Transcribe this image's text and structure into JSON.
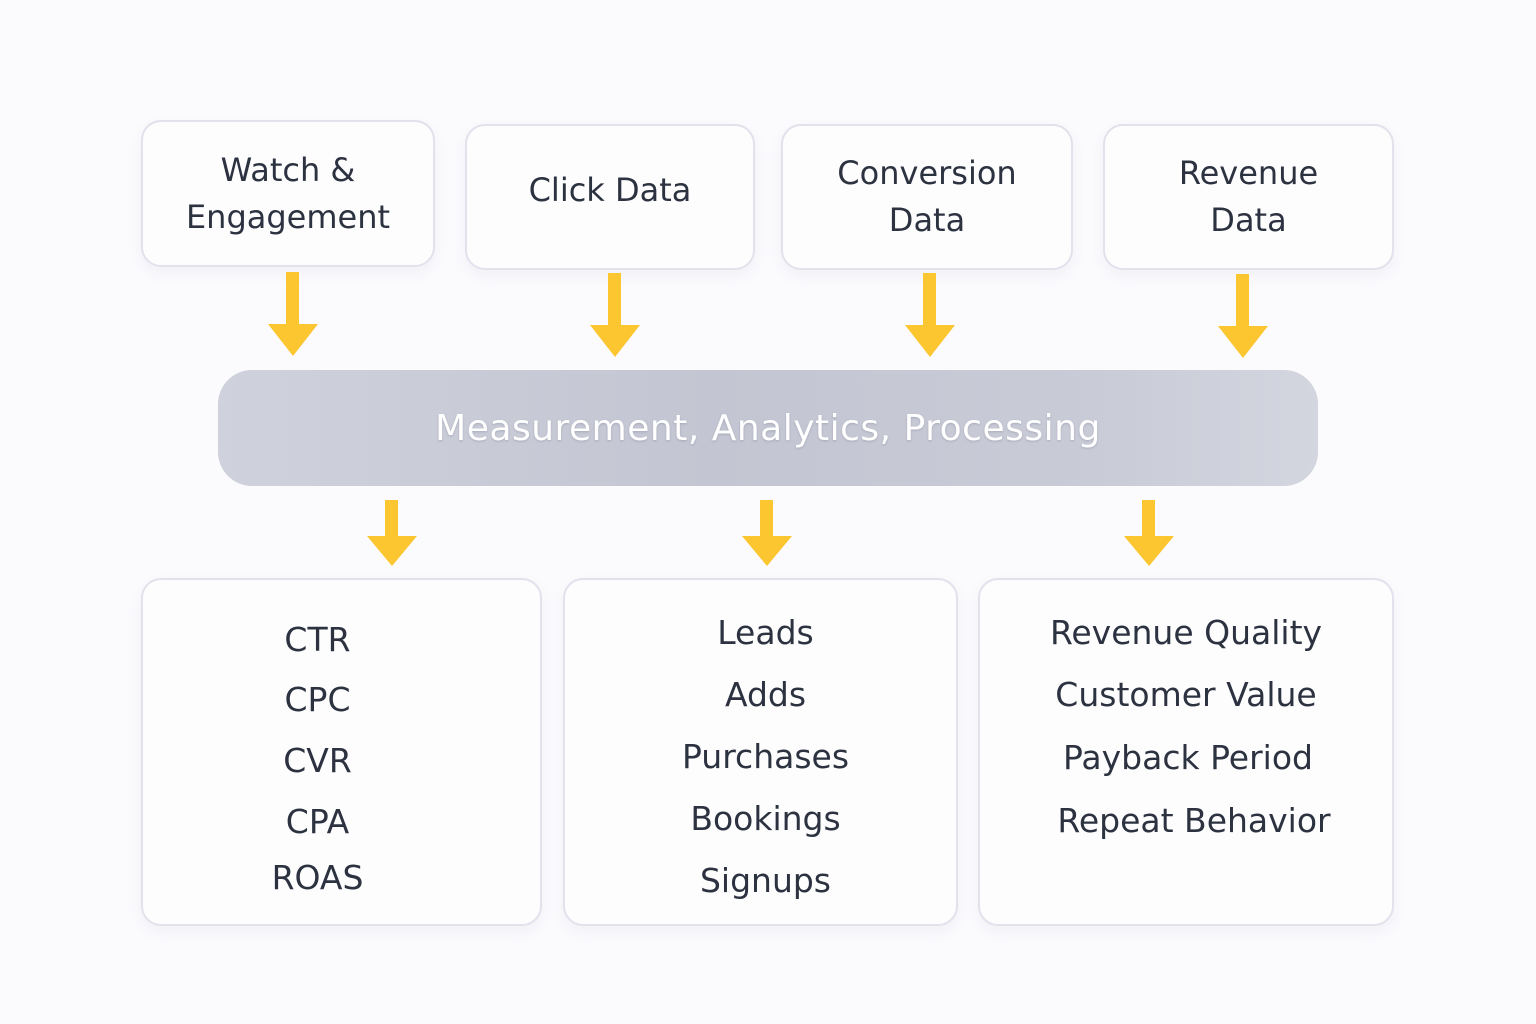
{
  "sources": [
    {
      "line1": "Watch &",
      "line2": "Engagement"
    },
    {
      "line1": "Click Data",
      "line2": ""
    },
    {
      "line1": "Conversion",
      "line2": "Data"
    },
    {
      "line1": "Revenue",
      "line2": "Data"
    }
  ],
  "hub": {
    "label": "Measurement, Analytics, Processing"
  },
  "outputs": [
    {
      "items": [
        "CTR",
        "CPC",
        "CVR",
        "CPA",
        "ROAS"
      ]
    },
    {
      "items": [
        "Leads",
        "Adds",
        "Purchases",
        "Bookings",
        "Signups"
      ]
    },
    {
      "items": [
        "Revenue Quality",
        "Customer Value",
        "Payback Period",
        "Repeat Behavior"
      ]
    }
  ],
  "colors": {
    "arrow": "#fcc630",
    "hub": "#c6c8d4",
    "text": "#2c3240"
  }
}
